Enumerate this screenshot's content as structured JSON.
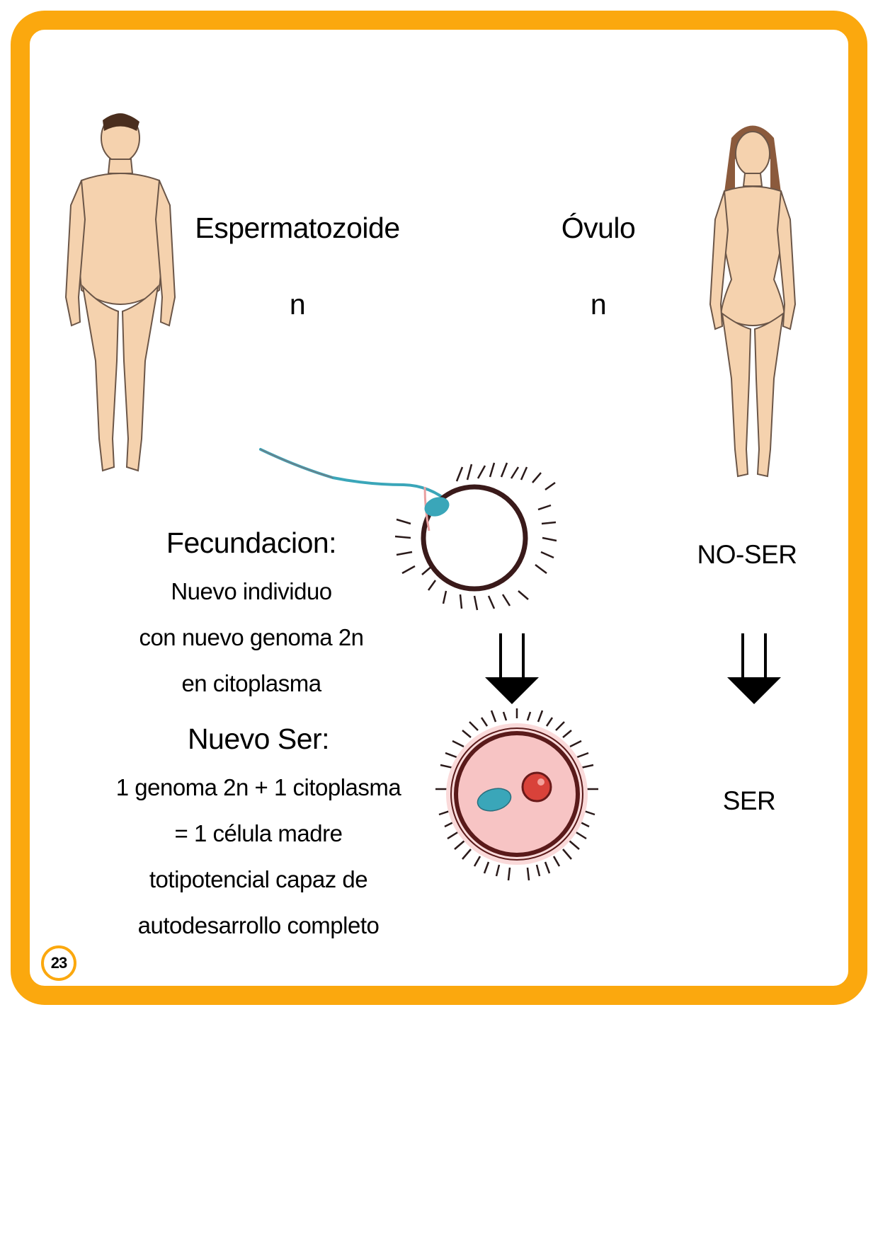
{
  "page": {
    "page_number": "23",
    "frame_color": "#FBA80E"
  },
  "figures": {
    "man": {
      "label": "man-figure"
    },
    "woman": {
      "label": "woman-figure"
    }
  },
  "gametes": {
    "sperm": {
      "title": "Espermatozoide",
      "ploidy": "n"
    },
    "ovum": {
      "title": "Óvulo",
      "ploidy": "n"
    }
  },
  "fecundation": {
    "title": "Fecundacion:",
    "lines": [
      "Nuevo individuo",
      "con nuevo genoma 2n",
      "en citoplasma"
    ]
  },
  "new_being": {
    "title": "Nuevo Ser:",
    "lines": [
      "1 genoma 2n + 1 citoplasma",
      "= 1 célula madre",
      "totipotencial capaz de",
      "autodesarrollo completo"
    ]
  },
  "right_column": {
    "top_label": "NO-SER",
    "bottom_label": "SER"
  },
  "colors": {
    "skin": "#F5D2AE",
    "skin_shadow": "#E2B48A",
    "sperm": "#3AA6B9",
    "zygote_fill": "#F7C4C4",
    "membrane": "#3A1A1A",
    "pronucleus": "#D9423A"
  }
}
